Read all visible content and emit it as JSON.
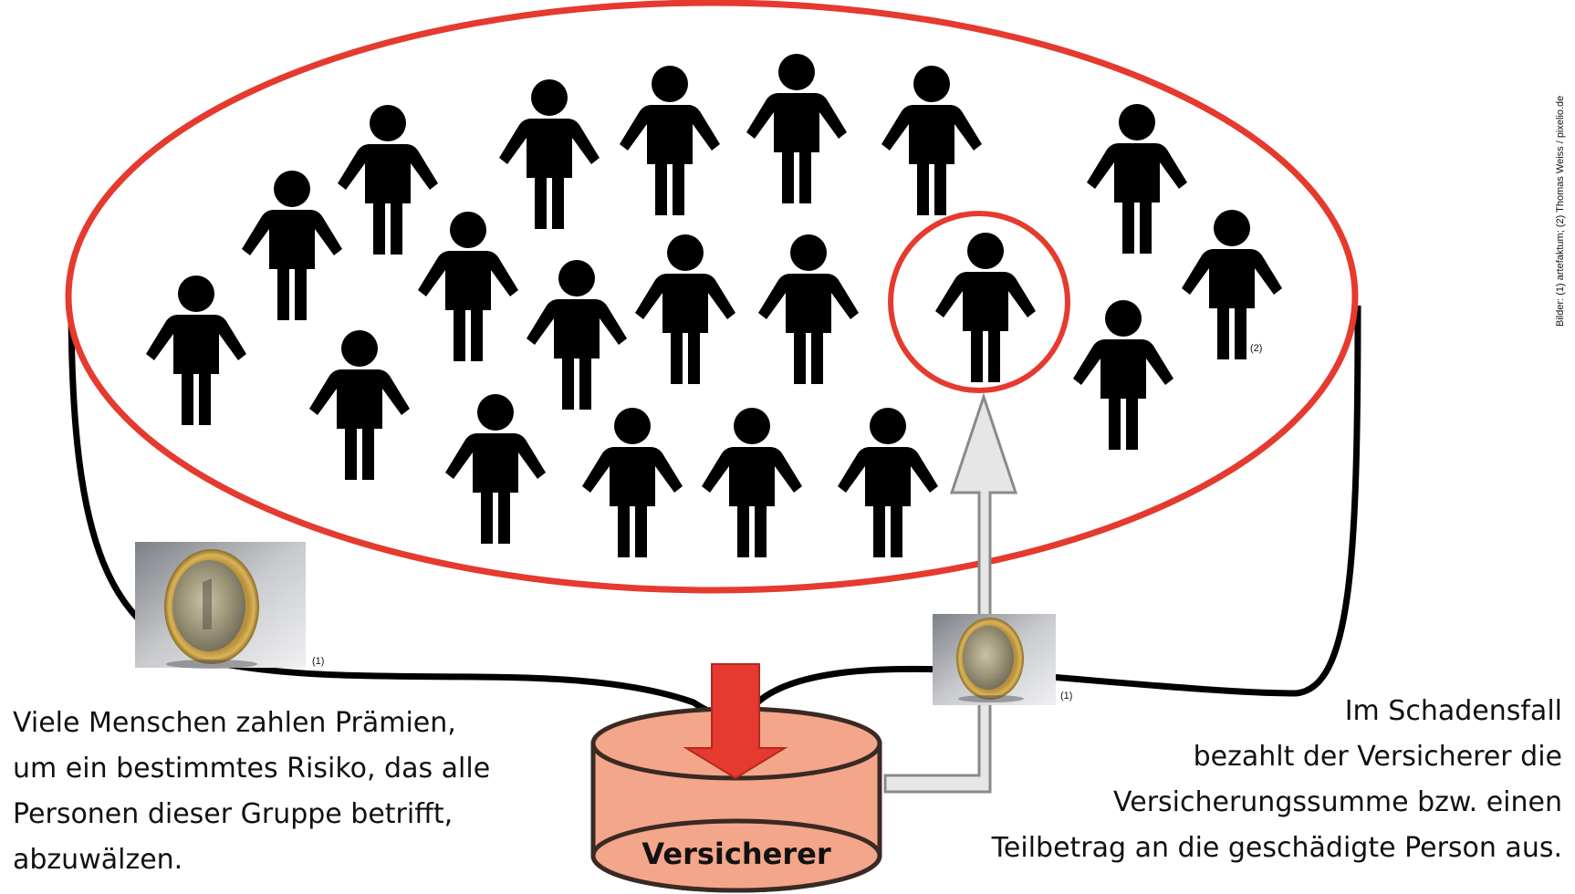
{
  "insurer": {
    "label": "Versicherer"
  },
  "caption_left": {
    "lines": [
      "Viele Menschen zahlen Prämien,",
      "um ein bestimmtes Risiko, das alle",
      "Personen dieser Gruppe betrifft,",
      "abzuwälzen."
    ]
  },
  "caption_right": {
    "lines": [
      "Im Schadensfall",
      "bezahlt der Versicherer die",
      "Versicherungssumme bzw. einen",
      "Teilbetrag an die geschädigte Person aus."
    ]
  },
  "photo_credit_marks": {
    "coin_left": "(1)",
    "coin_right": "(1)",
    "person": "(2)"
  },
  "credits": "Bilder: (1) artefaktum; (2) Thomas Weiss / pixelio.de",
  "icons": [
    "person-icon",
    "coin-photo",
    "down-arrow",
    "up-arrow",
    "cylinder"
  ],
  "colors": {
    "ring": "#e53a2f",
    "arrow_red": "#e53a2f",
    "cylinder_fill": "#f4a68a",
    "cylinder_stroke": "#3a2a24",
    "arrow_grey": "#e6e6e6",
    "person": "#000000"
  }
}
